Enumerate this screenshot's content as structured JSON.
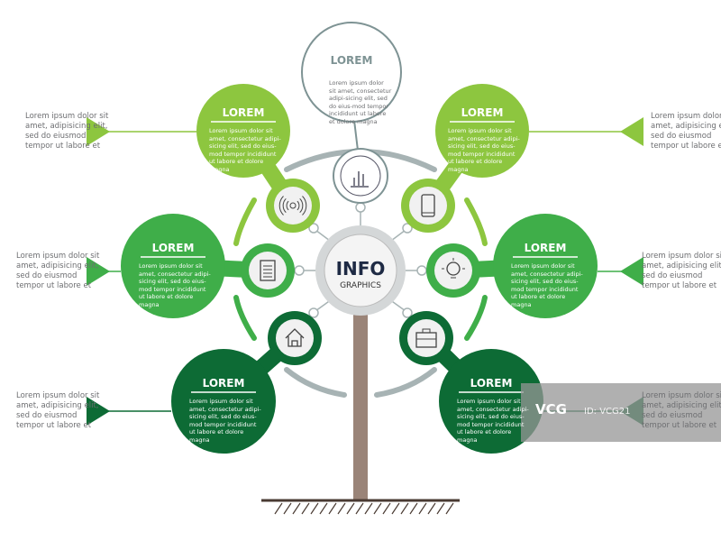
{
  "center": {
    "title": "INFO",
    "subtitle": "GRAPHICS"
  },
  "colors": {
    "light_green": "#8dc63f",
    "mid_green": "#3fae49",
    "dark_green": "#0d6b35",
    "gray": "#7e9394",
    "trunk": "#9a8478"
  },
  "top_bubble": {
    "title": "LOREM",
    "body": "Lorem ipsum dolor sit amet, consectetur adipi-sicing elit, sed do eius-mod tempor incididunt ut labore et dolore magna",
    "icon": "bar-chart-icon"
  },
  "bubbles": [
    {
      "id": "left-top",
      "title": "LOREM",
      "body": "Lorem ipsum dolor sit amet, consectetur adipi-sicing elit, sed do eius-mod tempor incididunt ut labore et dolore magna",
      "icon": "signal-icon",
      "side_text": "Lorem ipsum dolor sit amet, adipisicing elit, sed do eiusmod tempor ut labore et"
    },
    {
      "id": "right-top",
      "title": "LOREM",
      "body": "Lorem ipsum dolor sit amet, consectetur adipi-sicing elit, sed do eius-mod tempor incididunt ut labore et dolore magna",
      "icon": "smartphone-icon",
      "side_text": "Lorem ipsum dolor sit amet, adipisicing elit, sed do eiusmod tempor ut labore et"
    },
    {
      "id": "left-mid",
      "title": "LOREM",
      "body": "Lorem ipsum dolor sit amet, consectetur adipi-sicing elit, sed do eius-mod tempor incididunt ut labore et dolore magna",
      "icon": "document-icon",
      "side_text": "Lorem ipsum dolor sit amet, adipisicing elit, sed do eiusmod tempor ut labore et"
    },
    {
      "id": "right-mid",
      "title": "LOREM",
      "body": "Lorem ipsum dolor sit amet, consectetur adipi-sicing elit, sed do eius-mod tempor incididunt ut labore et dolore magna",
      "icon": "lightbulb-icon",
      "side_text": "Lorem ipsum dolor sit amet, adipisicing elit, sed do eiusmod tempor ut labore et"
    },
    {
      "id": "left-bottom",
      "title": "LOREM",
      "body": "Lorem ipsum dolor sit amet, consectetur adipi-sicing elit, sed do eius-mod tempor incididunt ut labore et dolore magna",
      "icon": "home-icon",
      "side_text": "Lorem ipsum dolor sit amet, adipisicing elit, sed do eiusmod tempor ut labore et"
    },
    {
      "id": "right-bottom",
      "title": "LOREM",
      "body": "Lorem ipsum dolor sit amet, consectetur adipi-sicing elit, sed do eius-mod tempor incididunt ut labore et dolore magna",
      "icon": "briefcase-icon",
      "side_text": "Lorem ipsum dolor sit amet, adipisicing elit, sed do eiusmod tempor ut labore et"
    }
  ],
  "watermark": {
    "logo": "VCG",
    "id": "ID: VCG21"
  }
}
